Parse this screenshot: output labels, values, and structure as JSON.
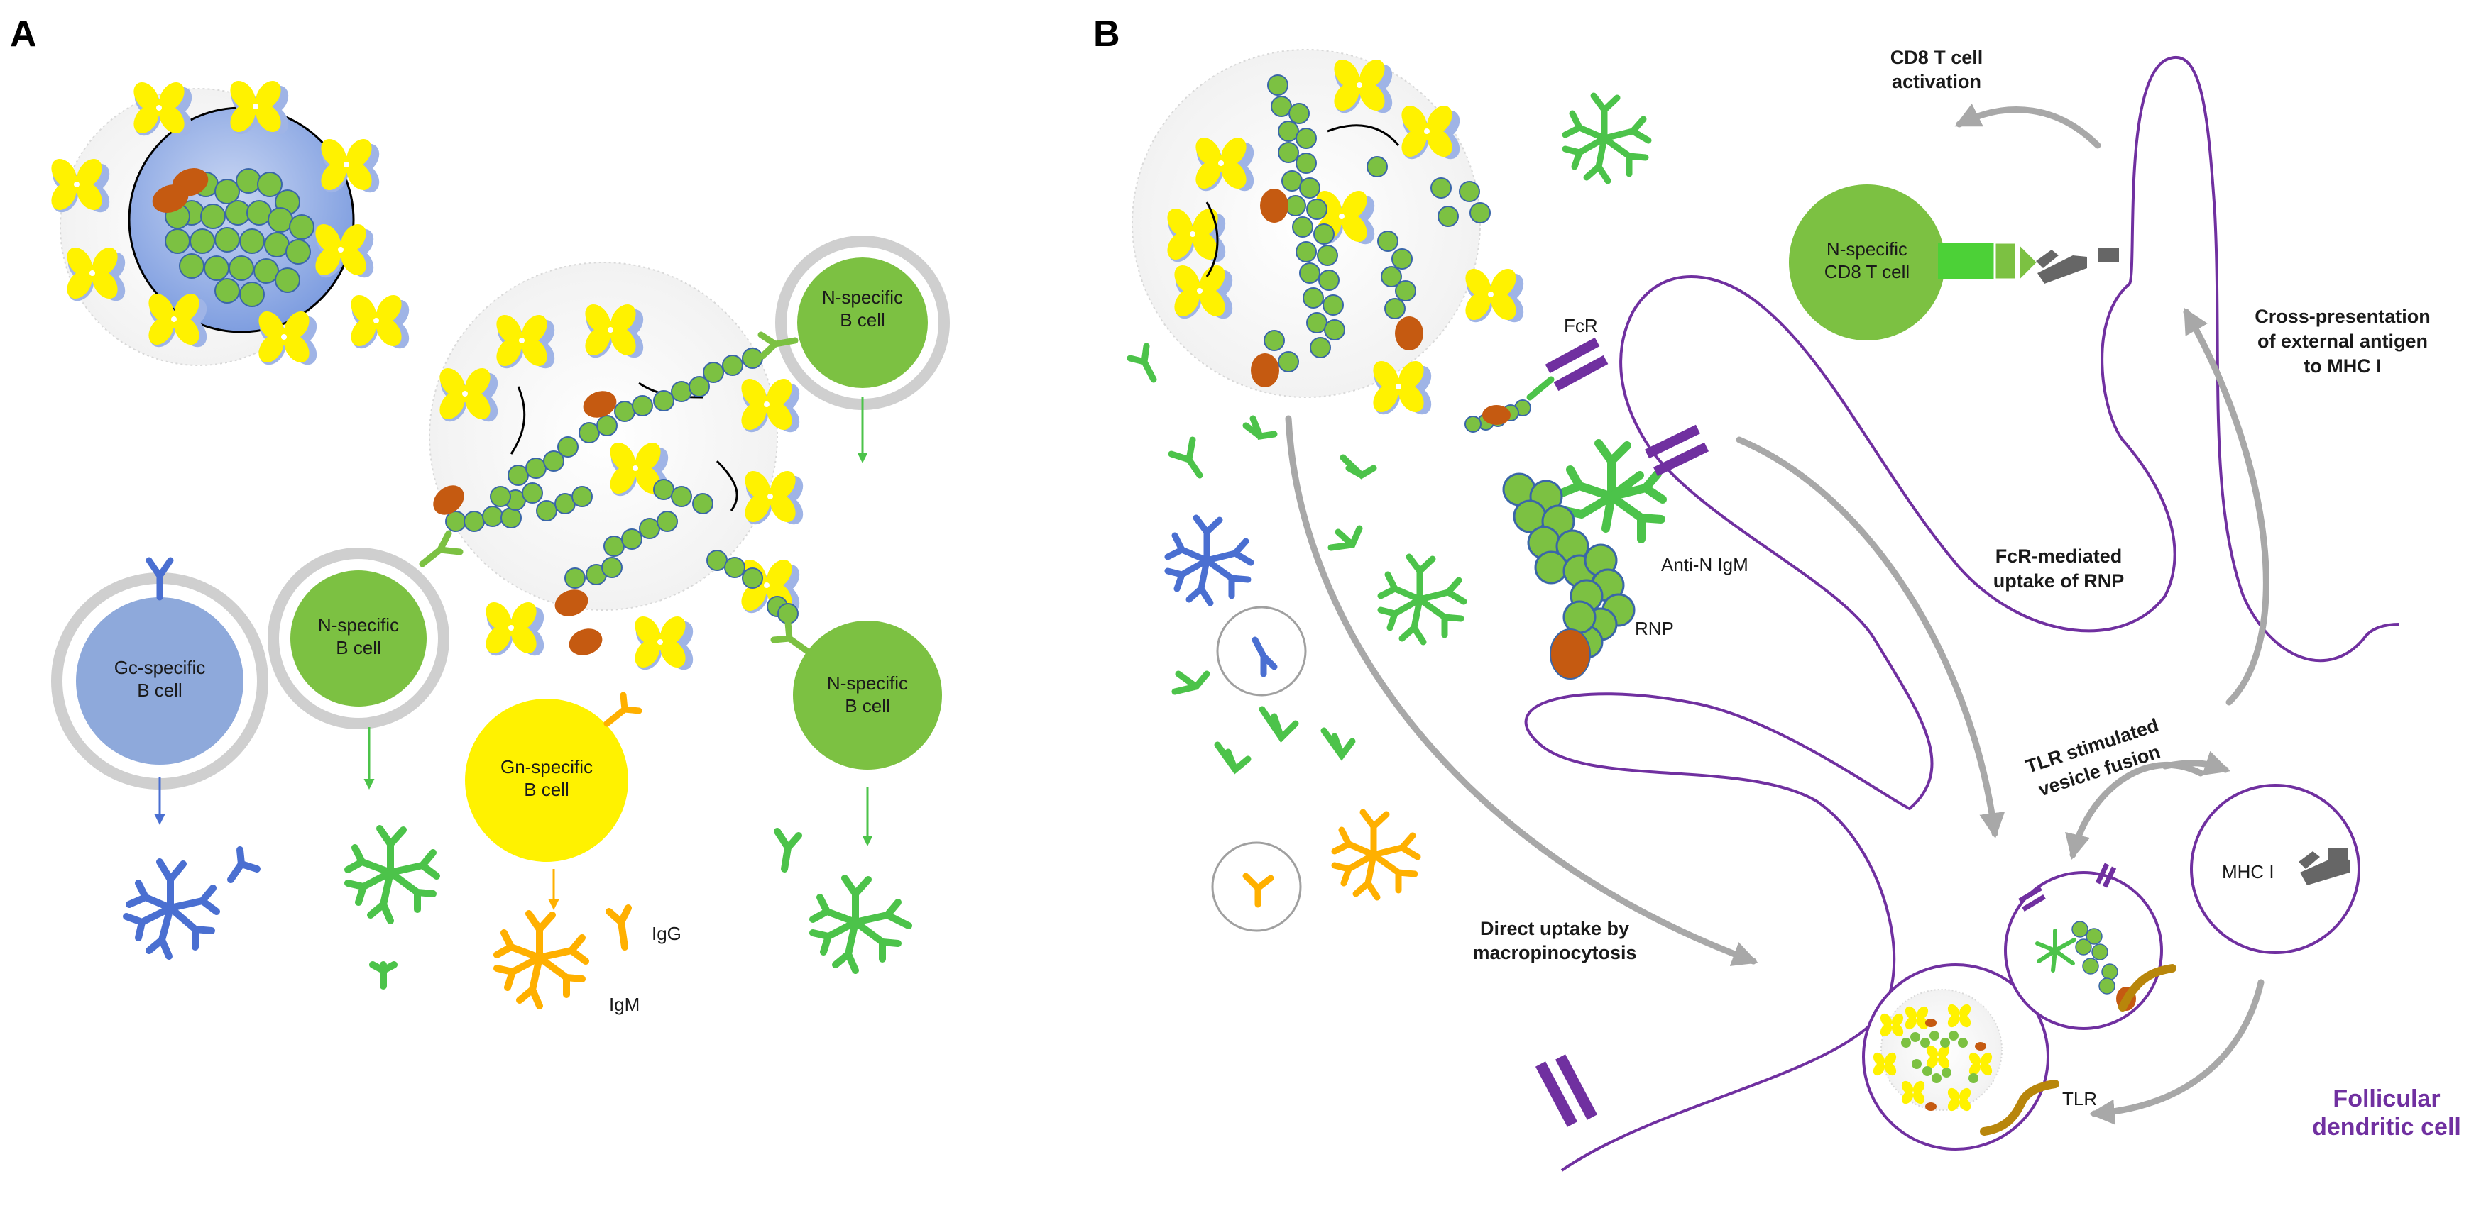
{
  "panels": {
    "a": "A",
    "b": "B"
  },
  "panel_a": {
    "gc_cell": [
      "Gc-specific",
      "B cell"
    ],
    "n_cell_left": [
      "N-specific",
      "B cell"
    ],
    "n_cell_top": [
      "N-specific",
      "B cell"
    ],
    "n_cell_right": [
      "N-specific",
      "B cell"
    ],
    "gn_cell": [
      "Gn-specific",
      "B cell"
    ],
    "igg": "IgG",
    "igm": "IgM"
  },
  "panel_b": {
    "cd8_activation": [
      "CD8 T cell",
      "activation"
    ],
    "cd8_cell": [
      "N-specific",
      "CD8 T cell"
    ],
    "cross_presentation": [
      "Cross-presentation",
      "of external antigen",
      "to MHC I"
    ],
    "fcr": "FcR",
    "anti_n_igm": "Anti-N IgM",
    "rnp": "RNP",
    "fcr_uptake": [
      "FcR-mediated",
      "uptake of RNP"
    ],
    "tlr_fusion": [
      "TLR stimulated",
      "vesicle fusion"
    ],
    "mhc1": "MHC I",
    "direct_uptake": [
      "Direct uptake by",
      "macropinocytosis"
    ],
    "tlr": "TLR",
    "fdc": [
      "Follicular",
      "dendritic cell"
    ]
  },
  "colors": {
    "green": "#7cc142",
    "bright_green": "#4cc34a",
    "blue": "#8ea9db",
    "dark_blue": "#4a6fd1",
    "yellow": "#fff200",
    "orange": "#ffb000",
    "rust": "#c55a11",
    "purple": "#7030a0",
    "grey": "#b0b0b0"
  }
}
